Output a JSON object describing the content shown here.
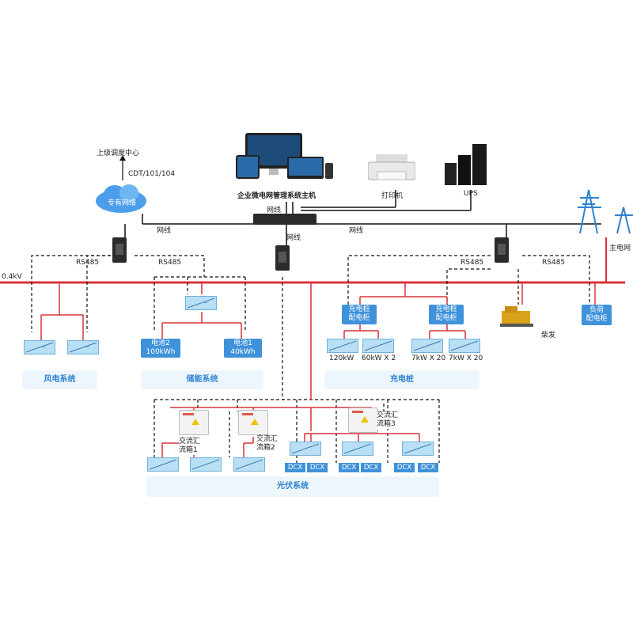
{
  "top": {
    "dispatch_center": "上级调度中心",
    "protocol": "CDT/101/104",
    "cloud_label": "专有网络",
    "host_label": "企业微电网管理系统主机",
    "printer_label": "打印机",
    "ups_label": "UPS"
  },
  "network": {
    "wire_top": "网线",
    "wire_left": "网线",
    "wire_mid": "网线",
    "wire_right": "网线"
  },
  "bus": {
    "voltage": "0.4kV",
    "rs485_a": "RS485",
    "rs485_b": "RS485",
    "rs485_c": "RS485",
    "rs485_d": "RS485"
  },
  "grid": {
    "label": "主电网"
  },
  "storage": {
    "battery2": "电池2",
    "battery2_cap": "100kWh",
    "battery1": "电池1",
    "battery1_cap": "40kWh"
  },
  "charging": {
    "cabinet_line1": "充电桩",
    "cabinet_line2": "配电柜",
    "p1": "120kW",
    "p2": "60kW X 2",
    "p3": "7kW X 20",
    "p4": "7kW X 20"
  },
  "diesel": {
    "label": "柴发"
  },
  "load": {
    "line1": "负荷",
    "line2": "配电柜"
  },
  "panels": {
    "wind": "风电系统",
    "storage": "储能系统",
    "charging": "充电桩",
    "pv": "光伏系统"
  },
  "pv": {
    "combiner1_l1": "交流汇",
    "combiner1_l2": "流箱1",
    "combiner2_l1": "交流汇",
    "combiner2_l2": "流箱2",
    "combiner3_l1": "交流汇",
    "combiner3_l2": "流箱3",
    "dcx": "DCX"
  },
  "colors": {
    "bus": "#d8343b",
    "accent": "#3f92da",
    "panel_bg": "#eef6fd"
  }
}
